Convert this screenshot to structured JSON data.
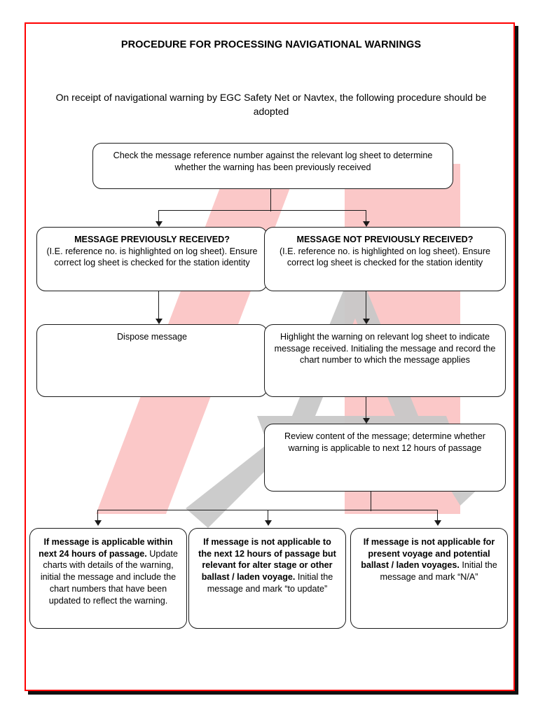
{
  "document": {
    "title": "PROCEDURE FOR PROCESSING NAVIGATIONAL WARNINGS",
    "intro": "On receipt of navigational warning by EGC Safety Net or Navtex, the following procedure should be adopted",
    "border_color": "#ff0000",
    "watermark_pink": "#fbc8c8",
    "watermark_gray": "#c9c9c9"
  },
  "flowchart": {
    "type": "flowchart",
    "nodes": {
      "check": {
        "text": "Check the message reference number against the relevant log sheet to determine whether the warning has been previously received"
      },
      "previously_received": {
        "heading": "MESSAGE PREVIOUSLY RECEIVED?",
        "text": "(I.E. reference no. is highlighted on log sheet). Ensure correct log sheet is checked for the station identity"
      },
      "not_previously_received": {
        "heading": "MESSAGE NOT PREVIOUSLY RECEIVED?",
        "text": "(I.E. reference no. is highlighted on log sheet). Ensure correct log sheet is checked for the station identity"
      },
      "dispose": {
        "text": "Dispose message"
      },
      "highlight": {
        "text": "Highlight the warning on relevant log sheet to indicate message received. Initialing the message and record the chart number to which the message applies"
      },
      "review": {
        "text": "Review content of the message; determine whether warning is applicable to next 12 hours of passage"
      },
      "outcome_24h": {
        "lead": "If message is applicable within next 24 hours of passage.",
        "text": " Update charts with details of the warning, initial the message and include the chart numbers that have been updated to reflect the warning."
      },
      "outcome_alter_stage": {
        "lead": "If message is not applicable to the next 12 hours of passage but relevant for alter stage or other ballast / laden voyage.",
        "text": " Initial the message and mark “to update”"
      },
      "outcome_na": {
        "lead": "If message is not applicable for present voyage and potential ballast / laden voyages.",
        "text": "  Initial the message and mark “N/A”"
      }
    },
    "edges": [
      {
        "from": "check",
        "to": "previously_received"
      },
      {
        "from": "check",
        "to": "not_previously_received"
      },
      {
        "from": "previously_received",
        "to": "dispose"
      },
      {
        "from": "not_previously_received",
        "to": "highlight"
      },
      {
        "from": "highlight",
        "to": "review"
      },
      {
        "from": "review",
        "to": "outcome_24h"
      },
      {
        "from": "review",
        "to": "outcome_alter_stage"
      },
      {
        "from": "review",
        "to": "outcome_na"
      }
    ]
  }
}
